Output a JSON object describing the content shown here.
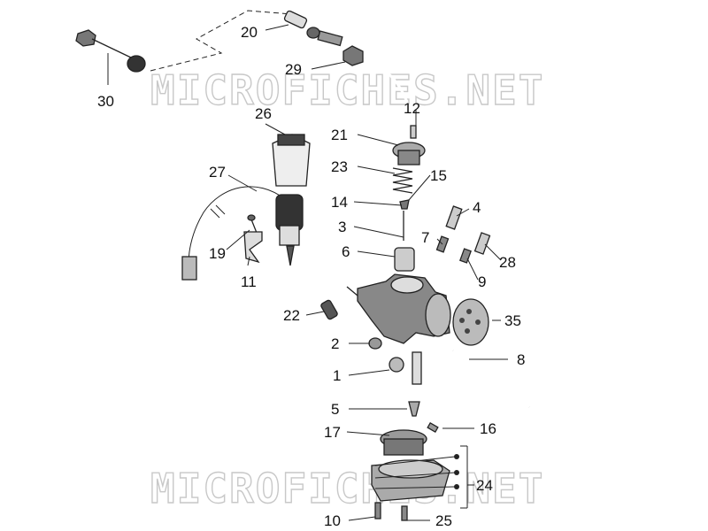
{
  "watermark": {
    "text": "MICROFICHES.NET"
  },
  "callouts": {
    "c1": "1",
    "c2": "2",
    "c3": "3",
    "c4": "4",
    "c5": "5",
    "c6": "6",
    "c7": "7",
    "c8": "8",
    "c9": "9",
    "c10": "10",
    "c11": "11",
    "c12": "12",
    "c14": "14",
    "c15": "15",
    "c16": "16",
    "c17": "17",
    "c19": "19",
    "c20": "20",
    "c21": "21",
    "c22": "22",
    "c23": "23",
    "c24": "24",
    "c25": "25",
    "c26": "26",
    "c27": "27",
    "c28": "28",
    "c29": "29",
    "c30": "30",
    "c35": "35"
  }
}
